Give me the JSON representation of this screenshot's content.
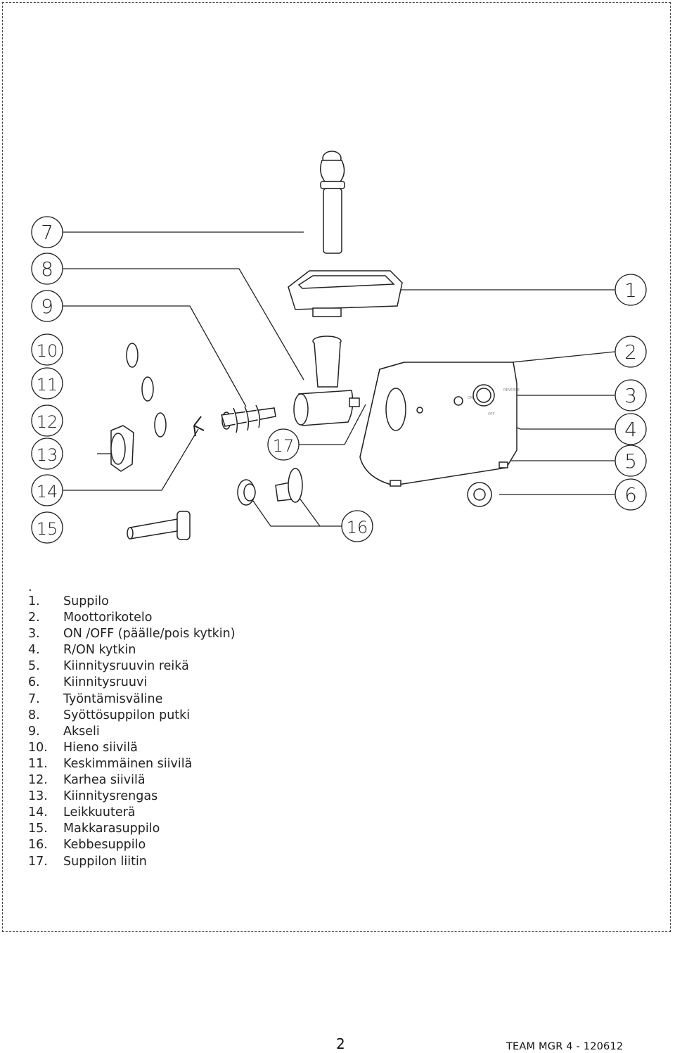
{
  "parts_list": {
    "lead": ".",
    "items": [
      {
        "num": "1.",
        "label": "Suppilo"
      },
      {
        "num": "2.",
        "label": "Moottorikotelo"
      },
      {
        "num": "3.",
        "label": "ON /OFF (päälle/pois kytkin)"
      },
      {
        "num": "4.",
        "label": "R/ON kytkin"
      },
      {
        "num": "5.",
        "label": "Kiinnitysruuvin reikä"
      },
      {
        "num": "6.",
        "label": "Kiinnitysruuvi"
      },
      {
        "num": "7.",
        "label": "Työntämisväline"
      },
      {
        "num": "8.",
        "label": "Syöttösuppilon putki"
      },
      {
        "num": "9.",
        "label": "Akseli"
      },
      {
        "num": "10.",
        "label": "Hieno siivilä"
      },
      {
        "num": "11.",
        "label": "Keskimmäinen siivilä"
      },
      {
        "num": "12.",
        "label": "Karhea siivilä"
      },
      {
        "num": "13.",
        "label": "Kiinnitysrengas"
      },
      {
        "num": "14.",
        "label": "Leikkuuterä"
      },
      {
        "num": "15.",
        "label": "Makkarasuppilo"
      },
      {
        "num": "16.",
        "label": "Kebbesuppilo"
      },
      {
        "num": "17.",
        "label": "Suppilon liitin"
      }
    ]
  },
  "diagram": {
    "callouts_left": [
      "7",
      "8",
      "9",
      "10",
      "11",
      "12",
      "13",
      "14",
      "15"
    ],
    "callouts_right": [
      "1",
      "2",
      "3",
      "4",
      "5",
      "6"
    ],
    "callout_bottom": "16",
    "callout_mid": "17",
    "device_labels": {
      "on": "ON",
      "reverse": "REVERSE",
      "off": "OFF"
    }
  },
  "footer": {
    "page_number": "2",
    "model": "TEAM MGR 4 - 120612"
  }
}
